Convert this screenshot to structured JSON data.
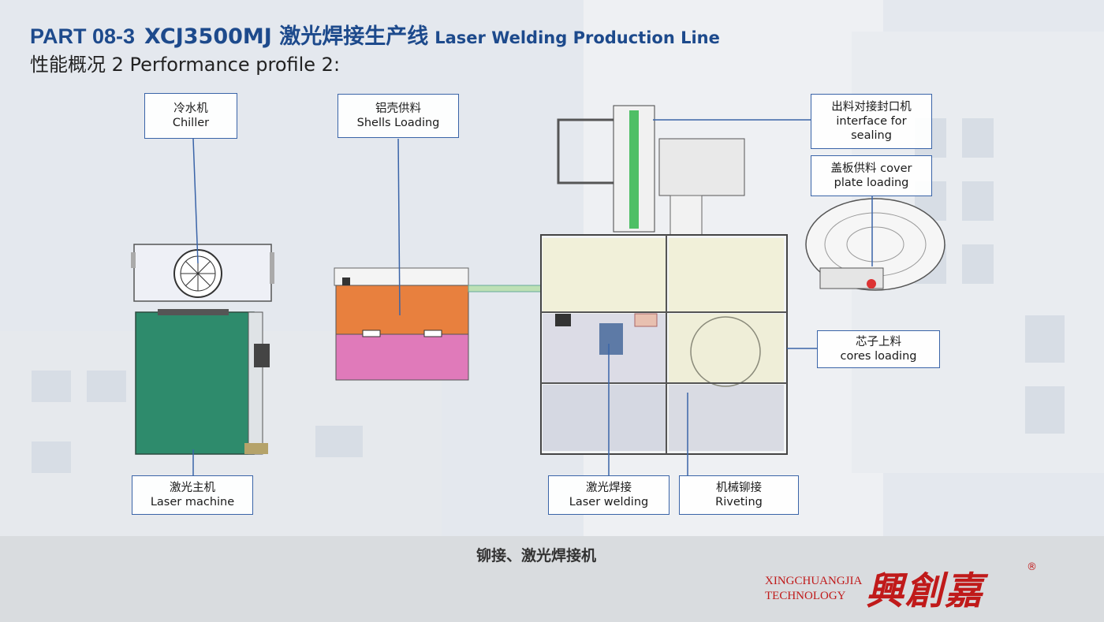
{
  "header": {
    "part": "PART 08-3",
    "model": "XCJ3500MJ 激光焊接生产线",
    "title_en": "Laser Welding Production Line",
    "subtitle": "性能概况 2 Performance profile 2:"
  },
  "labels": {
    "chiller": {
      "cn": "冷水机",
      "en": "Chiller"
    },
    "shells": {
      "cn": "铝壳供料",
      "en": "Shells Loading"
    },
    "sealing": {
      "cn": "出料对接封口机",
      "en1": "interface for",
      "en2": "sealing"
    },
    "cover": {
      "cn": "盖板供料  cover",
      "en": "plate loading"
    },
    "cores": {
      "cn": "芯子上料",
      "en": "cores loading"
    },
    "laser_machine": {
      "cn": "激光主机",
      "en": "Laser machine"
    },
    "laser_welding": {
      "cn": "激光焊接",
      "en": "Laser welding"
    },
    "riveting": {
      "cn": "机械铆接",
      "en": "Riveting"
    }
  },
  "caption": "铆接、激光焊接机",
  "brand": {
    "line1": "XINGCHUANGJIA",
    "line2": "TECHNOLOGY",
    "cn": "興創嘉",
    "reg": "®"
  },
  "colors": {
    "title_blue": "#1d4a8c",
    "label_border": "#3a64a8",
    "chiller_green": "#2e8b6c",
    "shell_orange": "#e8803e",
    "shell_pink": "#e07aba",
    "brand_red": "#c01a1a"
  }
}
